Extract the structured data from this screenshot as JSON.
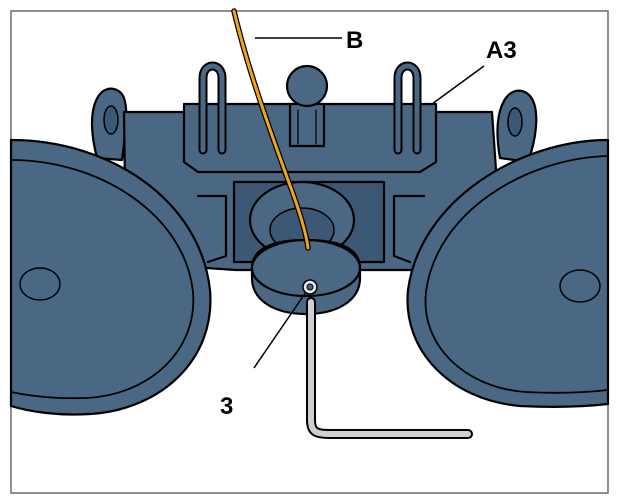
{
  "labels": {
    "b": "B",
    "a3": "A3",
    "three": "3"
  },
  "colors": {
    "body": "#4a6784",
    "body_dark": "#3d5874",
    "outline": "#000000",
    "cable": "#f0a61c",
    "wrench": "#cfcfcf",
    "frame": "#6b6b6b"
  },
  "icons": {
    "suction-cup": "suction-cup-icon",
    "wrench": "allen-key-icon"
  }
}
